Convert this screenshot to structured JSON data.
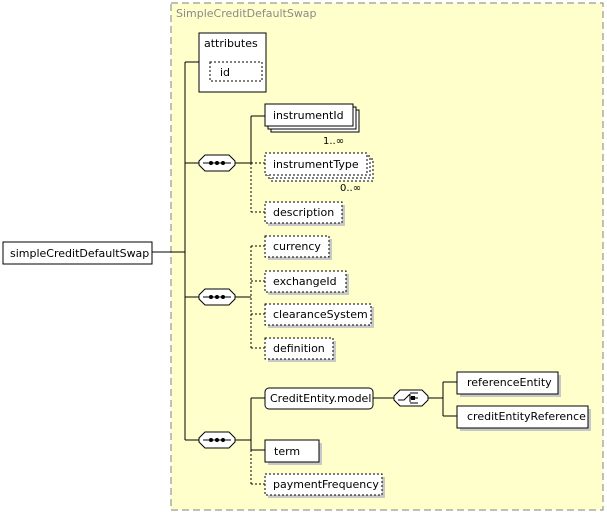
{
  "diagram": {
    "type_title": "SimpleCreditDefaultSwap",
    "root_element": "simpleCreditDefaultSwap",
    "attributes_label": "attributes",
    "attribute_id": "id",
    "sequence1": {
      "instrument_id": "instrumentId",
      "instrument_id_card": "1..∞",
      "instrument_type": "instrumentType",
      "instrument_type_card": "0..∞",
      "description": "description"
    },
    "sequence2": {
      "currency": "currency",
      "exchange_id": "exchangeId",
      "clearance_system": "clearanceSystem",
      "definition": "definition"
    },
    "sequence3": {
      "credit_entity_model": "CreditEntity.model",
      "reference_entity": "referenceEntity",
      "credit_entity_reference": "creditEntityReference",
      "term": "term",
      "payment_frequency": "paymentFrequency"
    }
  }
}
